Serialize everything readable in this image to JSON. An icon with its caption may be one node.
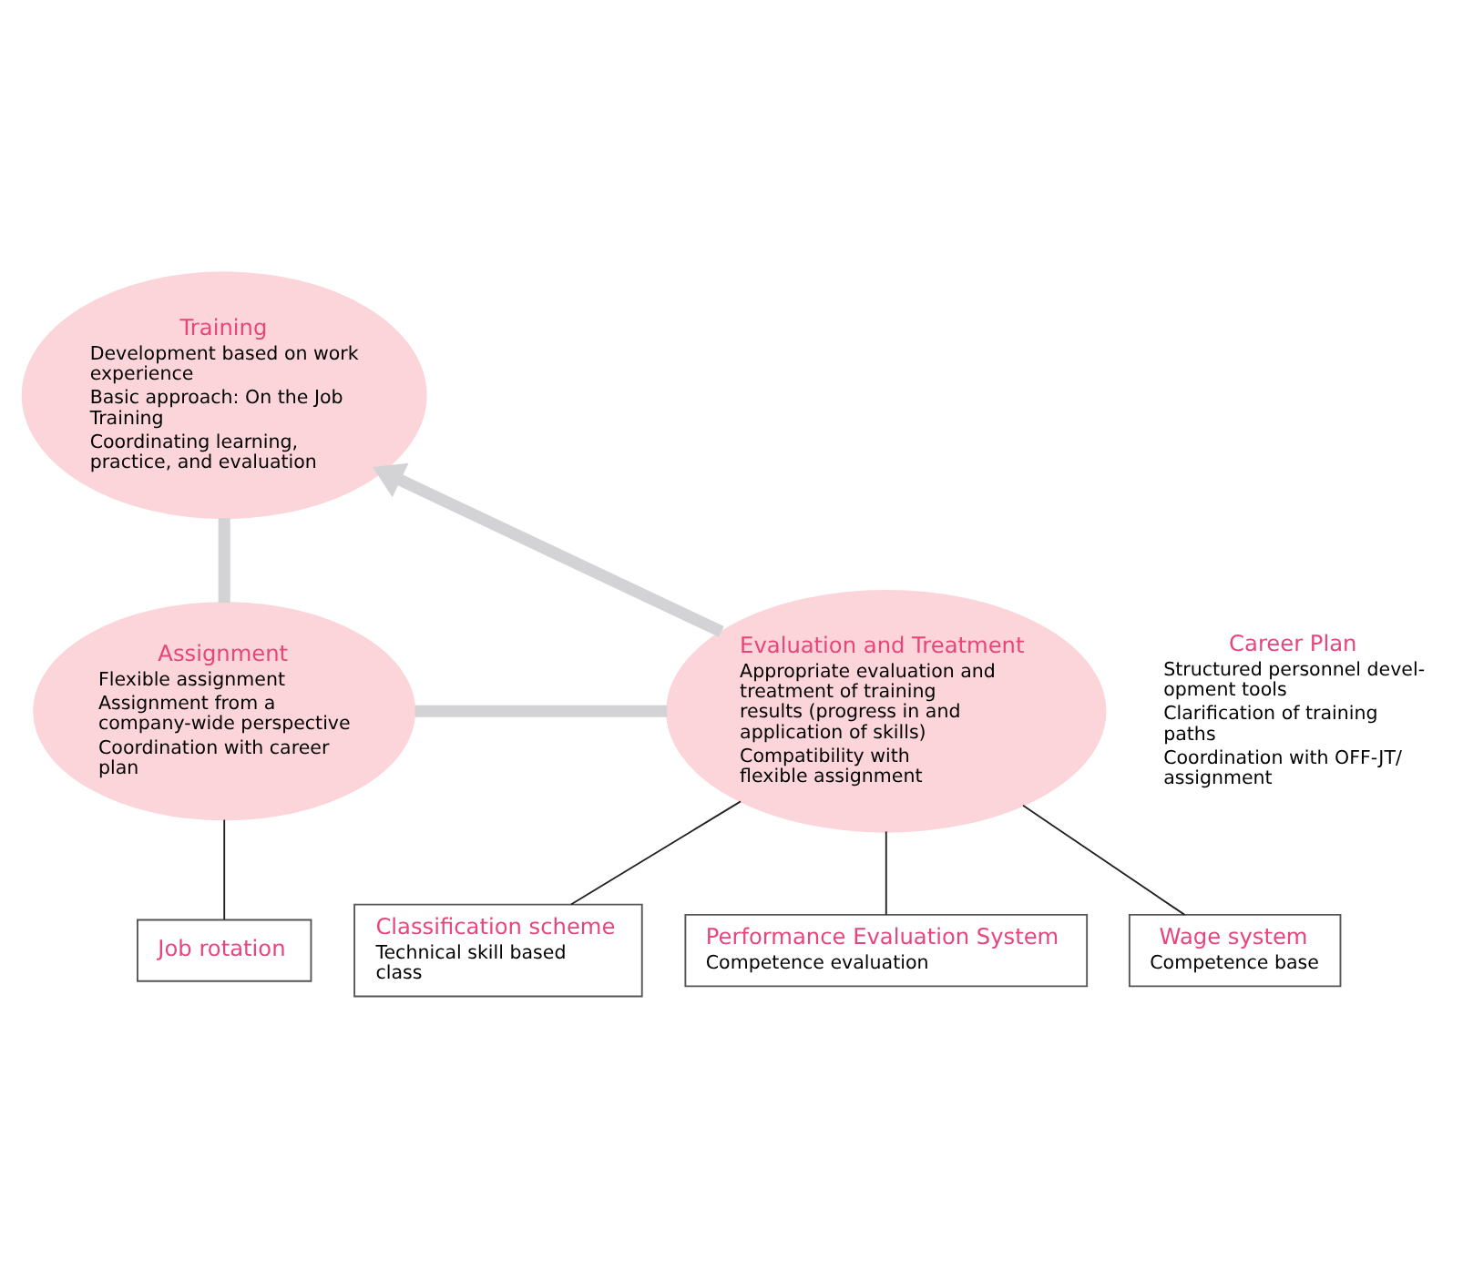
{
  "diagram": {
    "nodes": [
      {
        "text": [
          "Training",
          "Development based on work experience",
          "Basic approach: On the Job Training",
          "Coordinating learning, practice, and evaluation"
        ]
      },
      {
        "text": [
          "Evaluation and Treatment",
          "Appropriate evaluation and treatment of training results (progress in and application of skills)",
          "Compatibility with flexible assignment"
        ]
      },
      {
        "text": [
          "Assignment",
          "Flexible assignment",
          "Assignment from a company-wide perspective",
          "Coordination with career plan"
        ]
      },
      {
        "text": [
          "Classification scheme",
          "Technical skill based class"
        ]
      },
      {
        "text": [
          "Performance Evaluation System",
          "Competence evaluation"
        ]
      },
      {
        "text": [
          "Wage system",
          "Competence base"
        ]
      },
      {
        "text": [
          "Job rotation"
        ]
      }
    ],
    "edges": [
      {
        "from": 0,
        "to": 2,
        "arrow": "none",
        "style": "thick",
        "color": "#d3d3d6"
      },
      {
        "from": 2,
        "to": 1,
        "arrow": "none",
        "style": "thick",
        "color": "#d3d3d6"
      },
      {
        "from": 1,
        "to": 0,
        "arrow": "to",
        "style": "thick",
        "color": "#d3d3d6"
      },
      {
        "from": 1,
        "to": 3,
        "arrow": "none"
      },
      {
        "from": 1,
        "to": 4,
        "arrow": "none"
      },
      {
        "from": 1,
        "to": 5,
        "arrow": "none"
      },
      {
        "from": 2,
        "to": 6,
        "arrow": "none"
      }
    ],
    "labels": [
      "Career Plan",
      "Structured personnel devel- opment tools",
      "Clarification of training paths",
      "Coordination with OFF-JT/ assignment"
    ]
  }
}
